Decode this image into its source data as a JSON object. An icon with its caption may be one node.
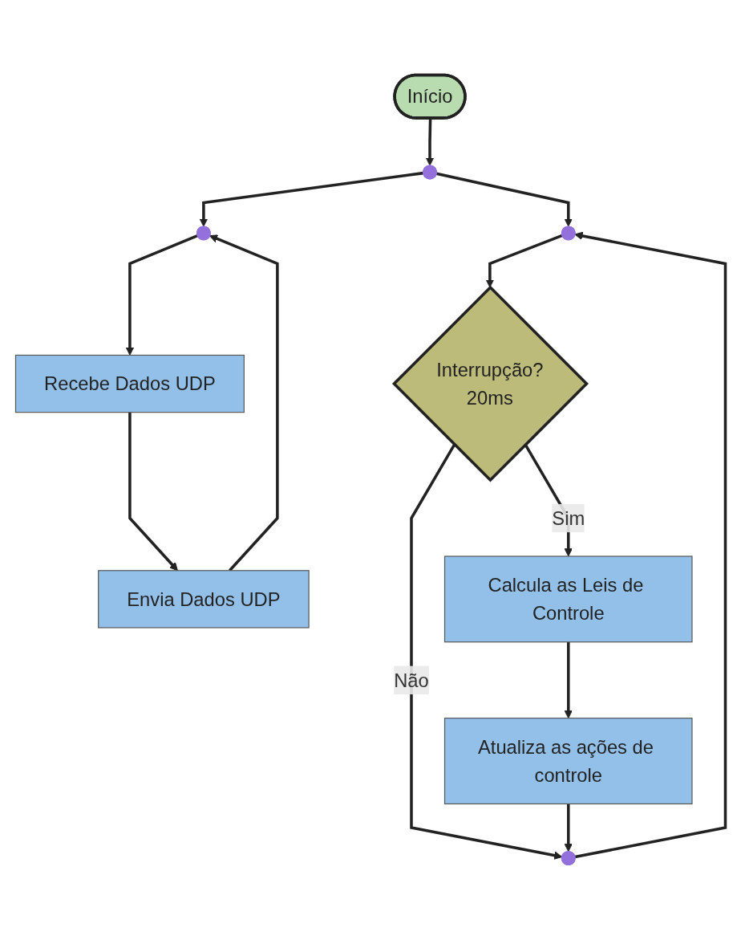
{
  "diagram": {
    "nodes": [
      {
        "text": [
          "Início"
        ]
      },
      {
        "text": [],
        "shape": "circle"
      },
      {
        "text": [],
        "shape": "circle"
      },
      {
        "text": [],
        "shape": "circle"
      },
      {
        "text": [
          "Recebe Dados UDP"
        ]
      },
      {
        "text": [
          "Interrupção?",
          "20ms"
        ]
      },
      {
        "text": [],
        "shape": "circle"
      },
      {
        "text": [
          "Envia Dados UDP"
        ]
      },
      {
        "text": [
          "Calcula as Leis de Controle"
        ]
      },
      {
        "text": [
          "Atualiza as ações de controle"
        ]
      }
    ],
    "edges": [
      {
        "from": 0,
        "to": 1,
        "arrow": "to"
      },
      {
        "from": 1,
        "to": 2,
        "arrow": "to"
      },
      {
        "from": 1,
        "to": 3,
        "arrow": "to"
      },
      {
        "from": 2,
        "to": 4,
        "arrow": "to"
      },
      {
        "from": 4,
        "to": 7,
        "arrow": "to"
      },
      {
        "from": 7,
        "to": 2,
        "arrow": "to"
      },
      {
        "from": 3,
        "to": 5,
        "arrow": "to"
      },
      {
        "from": 5,
        "to": 6,
        "label": "Não",
        "arrow": "to"
      },
      {
        "from": 5,
        "to": 8,
        "label": "Sim",
        "arrow": "to"
      },
      {
        "from": 8,
        "to": 9,
        "arrow": "to"
      },
      {
        "from": 9,
        "to": 6,
        "arrow": "to"
      },
      {
        "from": 6,
        "to": 3,
        "arrow": "to"
      }
    ]
  }
}
